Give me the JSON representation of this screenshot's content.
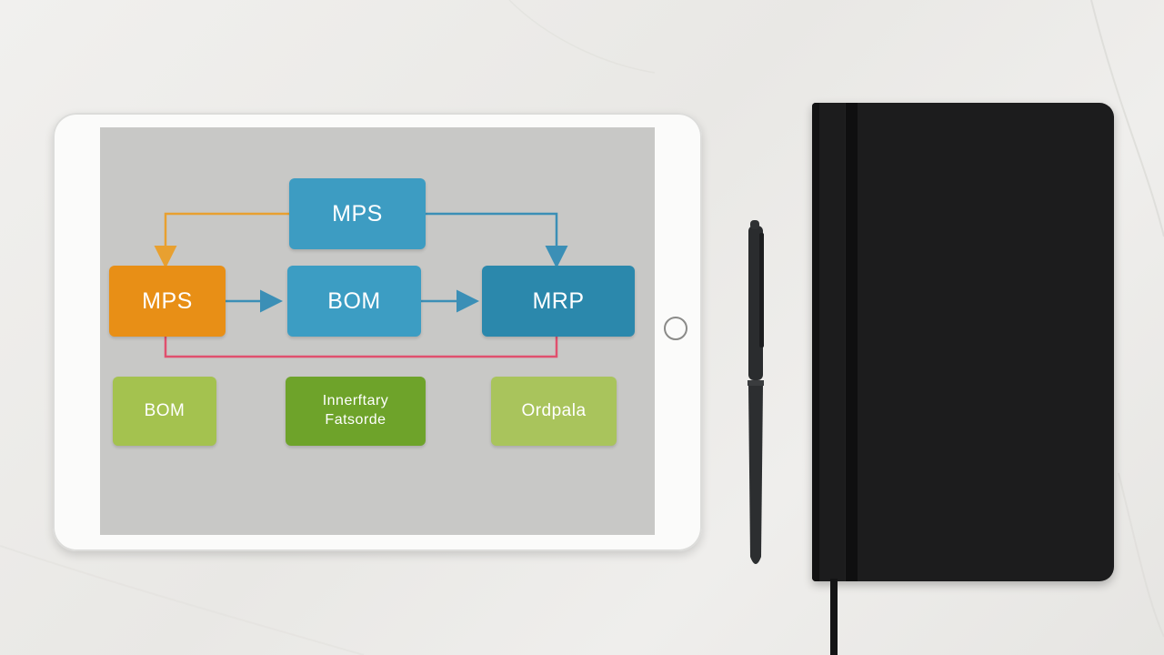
{
  "scene": {
    "description_objects": [
      "tablet",
      "pen",
      "notebook"
    ]
  },
  "diagram": {
    "nodes": {
      "top": {
        "label": "MPS",
        "color": "#3d9cc2"
      },
      "left": {
        "label": "MPS",
        "color": "#e88f16"
      },
      "middle": {
        "label": "BOM",
        "color": "#3c9dc3"
      },
      "right": {
        "label": "MRP",
        "color": "#2b88ac"
      },
      "bottom_left": {
        "label": "BOM",
        "color": "#a4c24f"
      },
      "bottom_middle": {
        "line1": "Innerftary",
        "line2": "Fatsorde",
        "color": "#6ea32a"
      },
      "bottom_right": {
        "label": "Ordpala",
        "color": "#a9c45c"
      }
    },
    "edge_colors": {
      "orange": "#e8a030",
      "blue": "#3b8fb6",
      "red": "#e0506e"
    }
  }
}
